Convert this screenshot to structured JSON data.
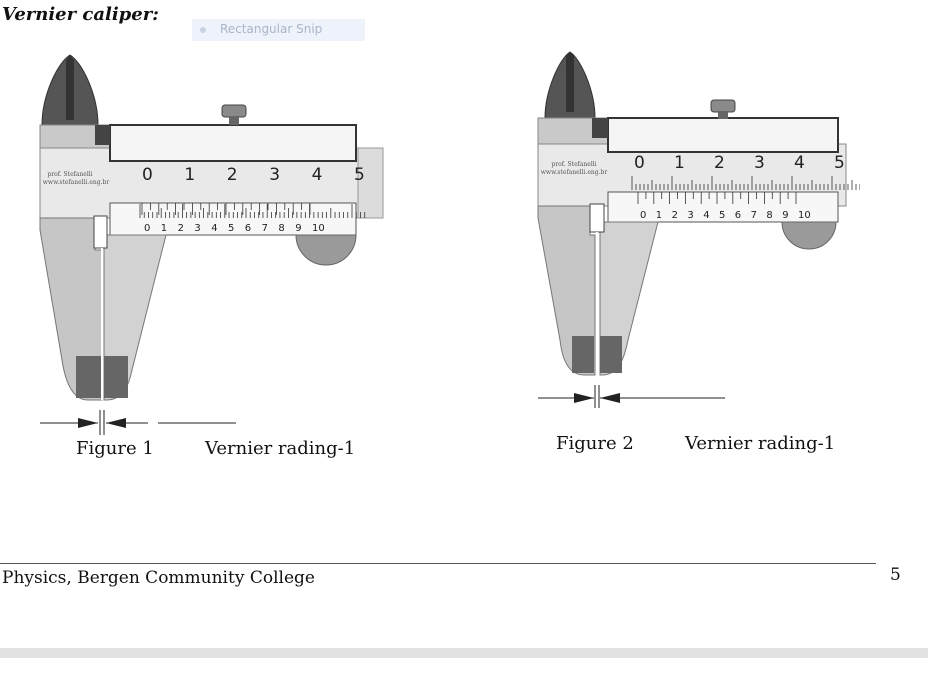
{
  "heading": "Vernier caliper:",
  "snip_tool": {
    "label": "Rectangular Snip"
  },
  "calipers": [
    {
      "credit_line1": "prof. Stefanelli",
      "credit_line2": "www.stefanelli.eng.br",
      "main_labels": [
        "0",
        "1",
        "2",
        "3",
        "4",
        "5"
      ],
      "vernier_labels": [
        "0",
        "1",
        "2",
        "3",
        "4",
        "5",
        "6",
        "7",
        "8",
        "9",
        "10"
      ],
      "figure_label": "Figure 1",
      "reading_label": "Vernier rading-1"
    },
    {
      "credit_line1": "prof. Stefanelli",
      "credit_line2": "www.stefanelli.eng.br",
      "main_labels": [
        "0",
        "1",
        "2",
        "3",
        "4",
        "5"
      ],
      "vernier_labels": [
        "0",
        "1",
        "2",
        "3",
        "4",
        "5",
        "6",
        "7",
        "8",
        "9",
        "10"
      ],
      "figure_label": "Figure 2",
      "reading_label": "Vernier rading-1"
    }
  ],
  "footer": {
    "text": "Physics, Bergen Community College",
    "page_number": "5"
  }
}
